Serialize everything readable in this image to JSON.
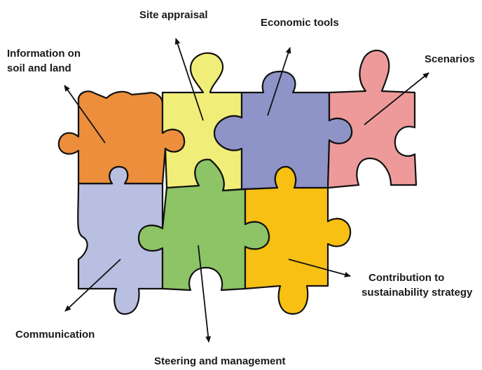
{
  "labels": {
    "site_appraisal": "Site appraisal",
    "economic_tools": "Economic tools",
    "information_line1": "Information on",
    "information_line2": "soil and land",
    "scenarios": "Scenarios",
    "communication": "Communication",
    "steering": "Steering and management",
    "contribution_line1": "Contribution to",
    "contribution_line2": "sustainability strategy"
  },
  "colors": {
    "information": "#ec8e3c",
    "site_appraisal": "#f0ee78",
    "economic_tools": "#8e93c8",
    "scenarios": "#ee9a9a",
    "communication": "#b9bfe0",
    "steering": "#8cc466",
    "contribution": "#f7c012",
    "outline": "#111111"
  }
}
